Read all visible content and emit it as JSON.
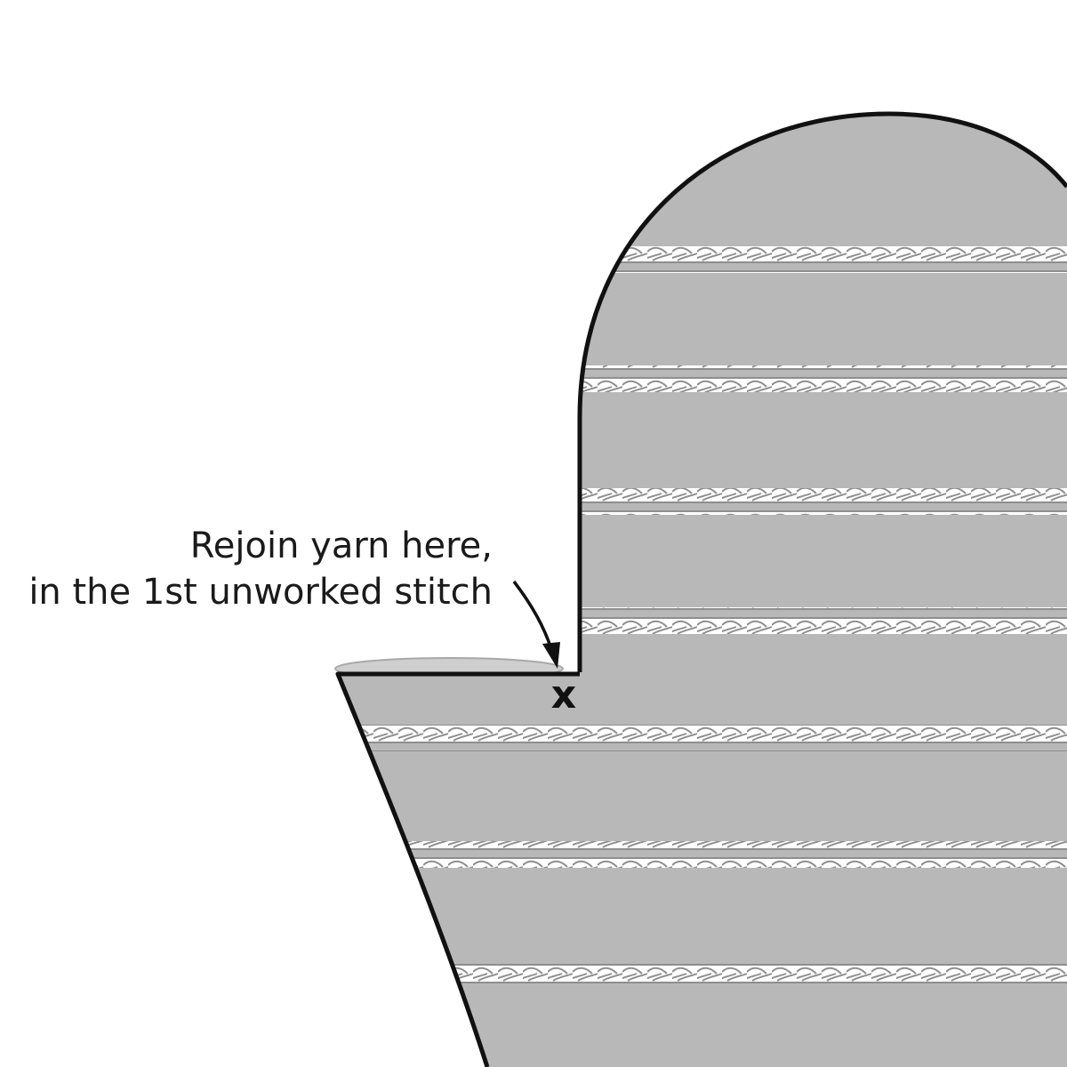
{
  "annotation": {
    "line1": "Rejoin yarn here,",
    "line2": "in the 1st unworked stitch",
    "marker": "x"
  },
  "colors": {
    "fabric": "#b8b8b8",
    "outline": "#111111",
    "cable": "#ffffff",
    "cable_edge": "#9a9a9a",
    "unworked_edge": "#d4d4d4"
  },
  "icons": {
    "arrow": "curved-arrow-icon"
  }
}
